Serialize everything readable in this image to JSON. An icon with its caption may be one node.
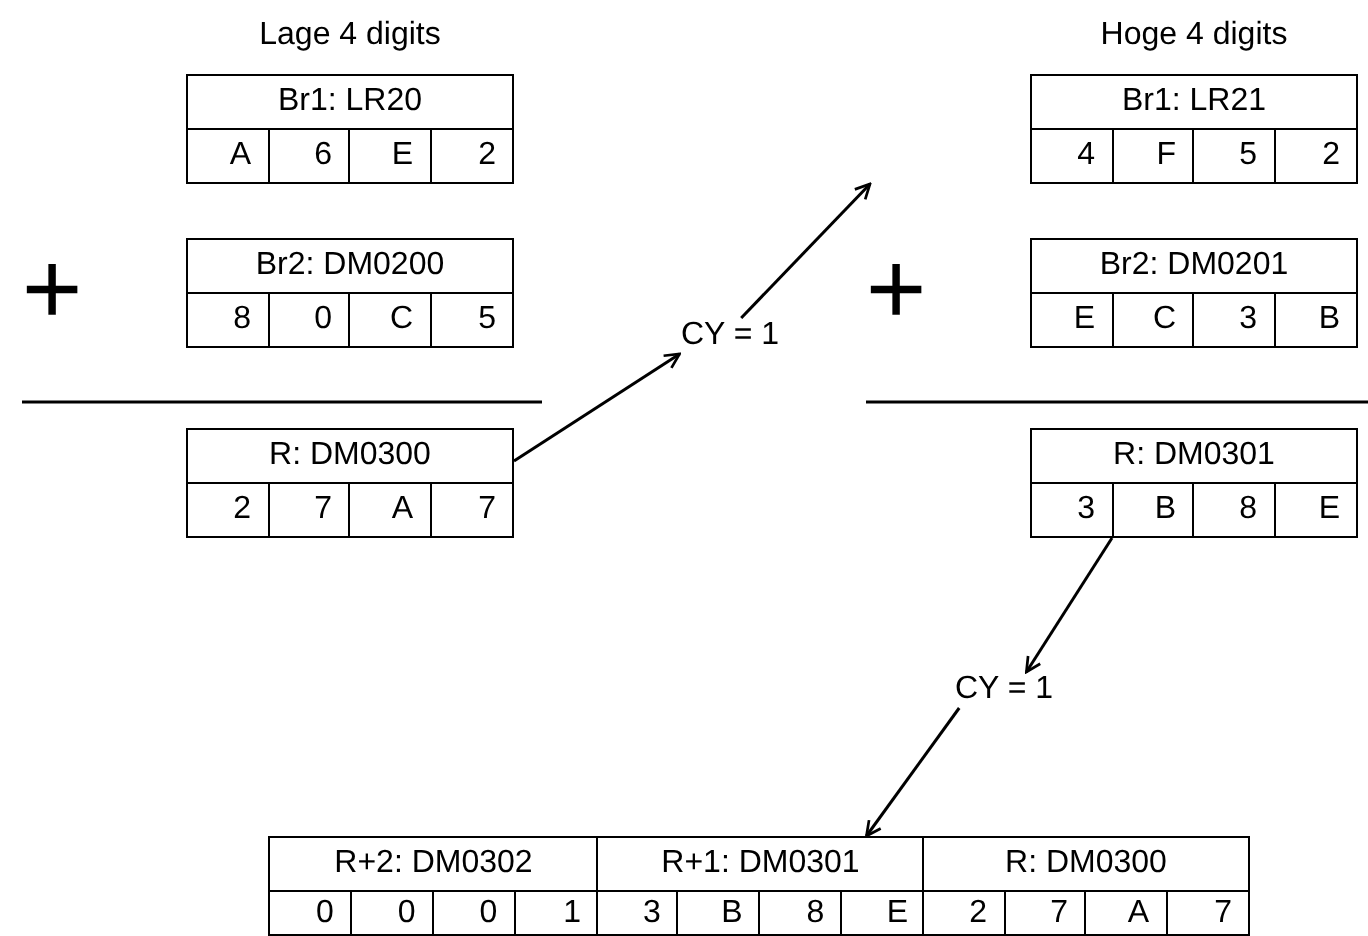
{
  "diagram": {
    "nodes": [
      {
        "text": [
          "Br1: LR20",
          "A",
          "6",
          "E",
          "2"
        ]
      },
      {
        "text": [
          "Br2: DM0200",
          "8",
          "0",
          "C",
          "5"
        ]
      },
      {
        "text": [
          "R: DM0300",
          "2",
          "7",
          "A",
          "7"
        ]
      },
      {
        "text": [
          "CY = 1"
        ]
      },
      {
        "text": [
          "Br1: LR21",
          "4",
          "F",
          "5",
          "2"
        ]
      },
      {
        "text": [
          "Br2: DM0201",
          "E",
          "C",
          "3",
          "B"
        ]
      },
      {
        "text": [
          "R: DM0301",
          "3",
          "B",
          "8",
          "E"
        ]
      },
      {
        "text": [
          "CY = 1"
        ]
      },
      {
        "text": [
          "R+2: DM0302",
          "0",
          "0",
          "0",
          "1"
        ]
      },
      {
        "text": [
          "R+1: DM0301",
          "3",
          "B",
          "8",
          "E"
        ]
      },
      {
        "text": [
          "R: DM0300",
          "2",
          "7",
          "A",
          "7"
        ]
      }
    ],
    "edges": [
      {
        "from": 2,
        "to": 3,
        "arrow": "to"
      },
      {
        "from": 3,
        "to": null,
        "arrow": "to"
      },
      {
        "from": 6,
        "to": 7,
        "arrow": "to"
      },
      {
        "from": 7,
        "to": 9,
        "arrow": "to"
      }
    ],
    "labels": [
      "Lage 4 digits",
      "Hoge 4 digits",
      "+",
      "+"
    ]
  }
}
